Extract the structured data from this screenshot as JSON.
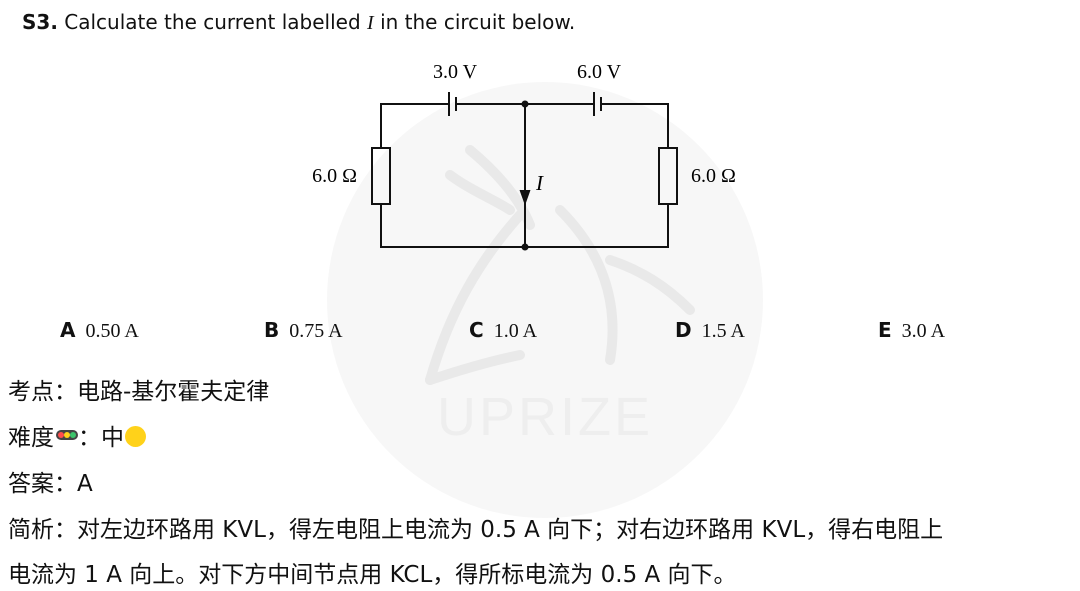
{
  "question": {
    "number": "S3.",
    "text_before": "Calculate the current labelled",
    "variable": "I",
    "text_after": "in the circuit below."
  },
  "circuit": {
    "battery_left_label": "3.0 V",
    "battery_right_label": "6.0 V",
    "resistor_left_label": "6.0 Ω",
    "resistor_right_label": "6.0 Ω",
    "current_label": "I"
  },
  "options": [
    {
      "letter": "A",
      "value": "0.50 A"
    },
    {
      "letter": "B",
      "value": "0.75 A"
    },
    {
      "letter": "C",
      "value": "1.0 A"
    },
    {
      "letter": "D",
      "value": "1.5 A"
    },
    {
      "letter": "E",
      "value": "3.0 A"
    }
  ],
  "info": {
    "topic_label": "考点：",
    "topic_value": "电路-基尔霍夫定律",
    "difficulty_label": "难度",
    "difficulty_sep": "：",
    "difficulty_value": "中",
    "answer_label": "答案：",
    "answer_value": "A",
    "analysis_line1": "简析：对左边环路用 KVL，得左电阻上电流为 0.5 A 向下；对右边环路用 KVL，得右电阻上",
    "analysis_line2": "电流为 1 A 向上。对下方中间节点用 KCL，得所标电流为 0.5 A 向下。"
  },
  "watermark": {
    "text": "UPRIZE",
    "icon": "deer-logo"
  },
  "colors": {
    "difficulty_dot": "#ffd21a",
    "watermark": "#eeeeee"
  }
}
